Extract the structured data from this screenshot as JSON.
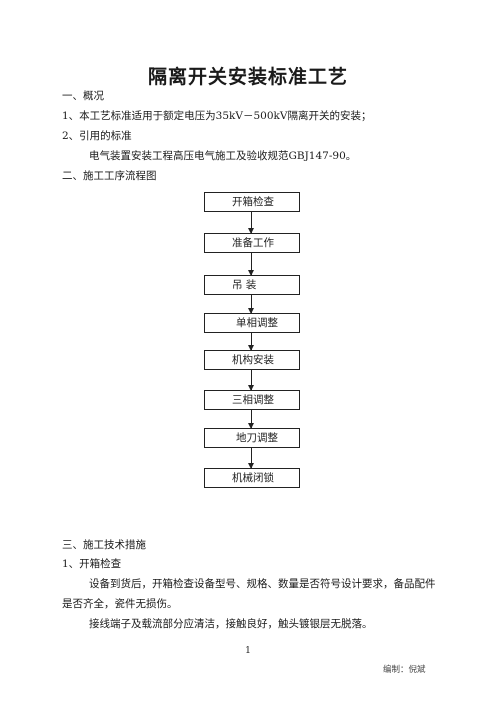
{
  "doc": {
    "title": "隔离开关安装标准工艺",
    "lines": [
      "一、概况",
      "1、本工艺标准适用于额定电压为35kV－500kV隔离开关的安装；",
      "2、引用的标准",
      "电气装置安装工程高压电气施工及验收规范GBJ147-90。",
      "二、施工工序流程图"
    ],
    "flow": [
      "开箱检查",
      "准备工作",
      "吊  装",
      "单相调整",
      "机构安装",
      "三相调整",
      "地刀调整",
      "机械闭锁"
    ],
    "section3": [
      "三、施工技术措施",
      "1、开箱检查",
      "设备到货后，开箱检查设备型号、规格、数量是否符号设计要求，备品配件",
      "是否齐全，瓷件无损伤。",
      "接线端子及载流部分应清洁，接触良好，触头镀银层无脱落。"
    ],
    "page_number": "1",
    "editor": "编制：倪斌"
  }
}
